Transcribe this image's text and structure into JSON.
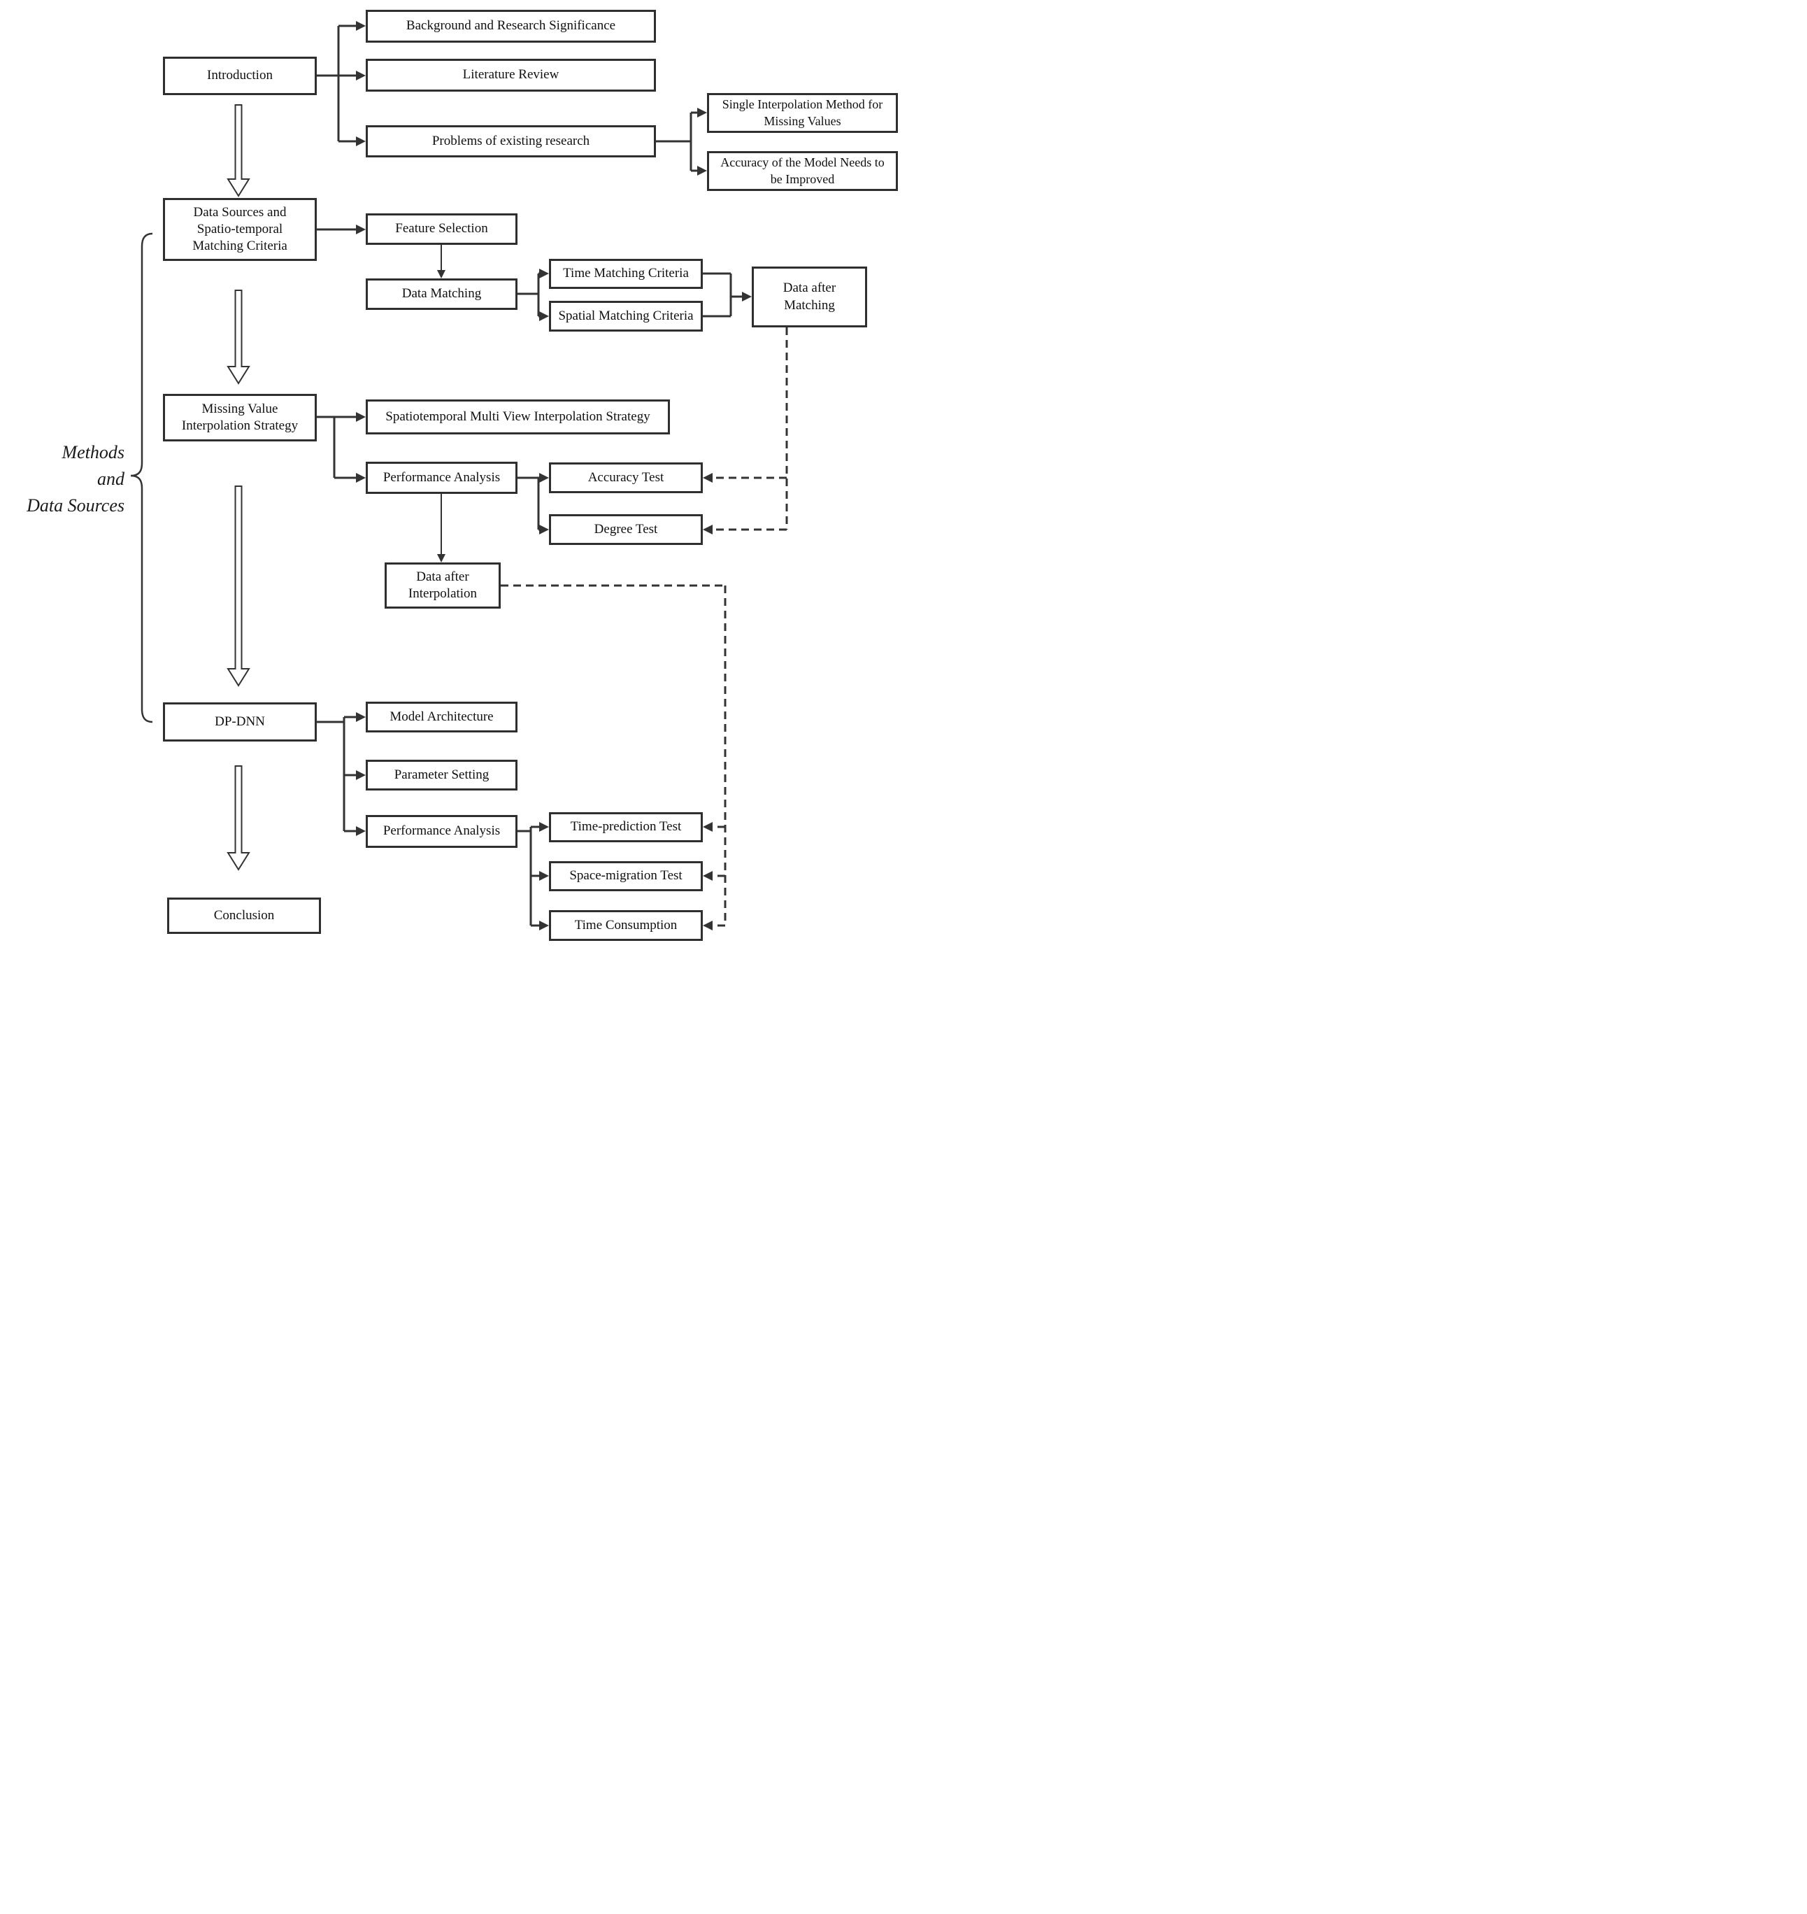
{
  "diagram": {
    "section_label": {
      "text": "Methods and Data Sources",
      "lines": [
        "Methods",
        "and",
        "Data Sources"
      ]
    },
    "nodes": {
      "introduction": "Introduction",
      "background": "Background and Research Significance",
      "literature_review": "Literature Review",
      "problems": "Problems of existing research",
      "single_interpolation": "Single Interpolation Method for Missing Values",
      "accuracy_model": "Accuracy of the Model Needs to be Improved",
      "data_sources": "Data Sources and Spatio-temporal Matching Criteria",
      "feature_selection": "Feature Selection",
      "data_matching": "Data Matching",
      "time_matching": "Time Matching Criteria",
      "spatial_matching": "Spatial Matching Criteria",
      "data_after_matching": "Data after Matching",
      "missing_value_strategy": "Missing Value Interpolation Strategy",
      "spatiotemporal_strategy": "Spatiotemporal Multi View Interpolation Strategy",
      "performance_analysis_1": "Performance Analysis",
      "accuracy_test": "Accuracy Test",
      "degree_test": "Degree Test",
      "data_after_interpolation": "Data after Interpolation",
      "dp_dnn": "DP-DNN",
      "model_architecture": "Model Architecture",
      "parameter_setting": "Parameter Setting",
      "performance_analysis_2": "Performance Analysis",
      "time_prediction_test": "Time-prediction Test",
      "space_migration_test": "Space-migration Test",
      "time_consumption": "Time Consumption",
      "conclusion": "Conclusion"
    },
    "colors": {
      "line": "#333333",
      "box_border": "#2f2f2f",
      "background": "#ffffff",
      "text": "#111111"
    }
  }
}
